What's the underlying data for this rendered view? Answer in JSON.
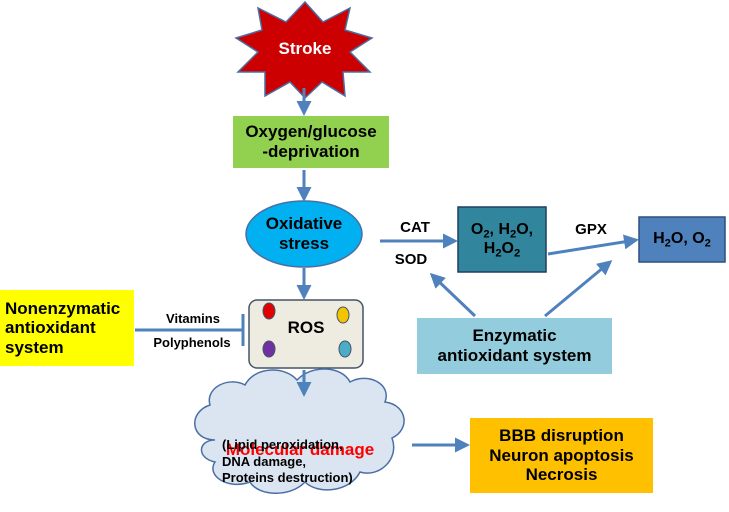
{
  "nodes": {
    "stroke": "Stroke",
    "ogd_line1": "Oxygen/glucose",
    "ogd_line2": "-deprivation",
    "oxidative_line1": "Oxidative",
    "oxidative_line2": "stress",
    "ros": "ROS",
    "nonenzymatic_line1": "Nonenzymatic",
    "nonenzymatic_line2": "antioxidant",
    "nonenzymatic_line3": "system",
    "enzymatic_line1": "Enzymatic",
    "enzymatic_line2": "antioxidant system",
    "damage_title": "Molecular damage",
    "damage_line1": "(Lipid peroxidation,",
    "damage_line2": "DNA damage,",
    "damage_line3": "Proteins destruction)",
    "outcome_line1": "BBB disruption",
    "outcome_line2": "Neuron apoptosis",
    "outcome_line3": "Necrosis"
  },
  "chem": {
    "mid_o": "O",
    "mid_o_sub": "2",
    "mid_sep1": ", ",
    "mid_h": "H",
    "mid_h_sub": "2",
    "mid_o2": "O,",
    "mid_hh": "H",
    "mid_hh_sub": "2",
    "mid_oo": "O",
    "mid_oo_sub": "2",
    "end_h": "H",
    "end_h_sub": "2",
    "end_o": "O, O",
    "end_o_sub": "2"
  },
  "edge_labels": {
    "cat": "CAT",
    "sod": "SOD",
    "gpx": "GPX",
    "vitamins": "Vitamins",
    "polyphenols": "Polyphenols"
  },
  "colors": {
    "stroke_fill": "#cc0000",
    "ogd_fill": "#92d050",
    "oxidative_fill": "#00b0f0",
    "mid_box_fill": "#31859c",
    "end_box_fill": "#4f81bd",
    "enzymatic_fill": "#93cddd",
    "nonenzymatic_fill": "#ffff00",
    "outcome_fill": "#ffc000",
    "arrow": "#4f81bd",
    "damage_title": "#ff0000"
  }
}
